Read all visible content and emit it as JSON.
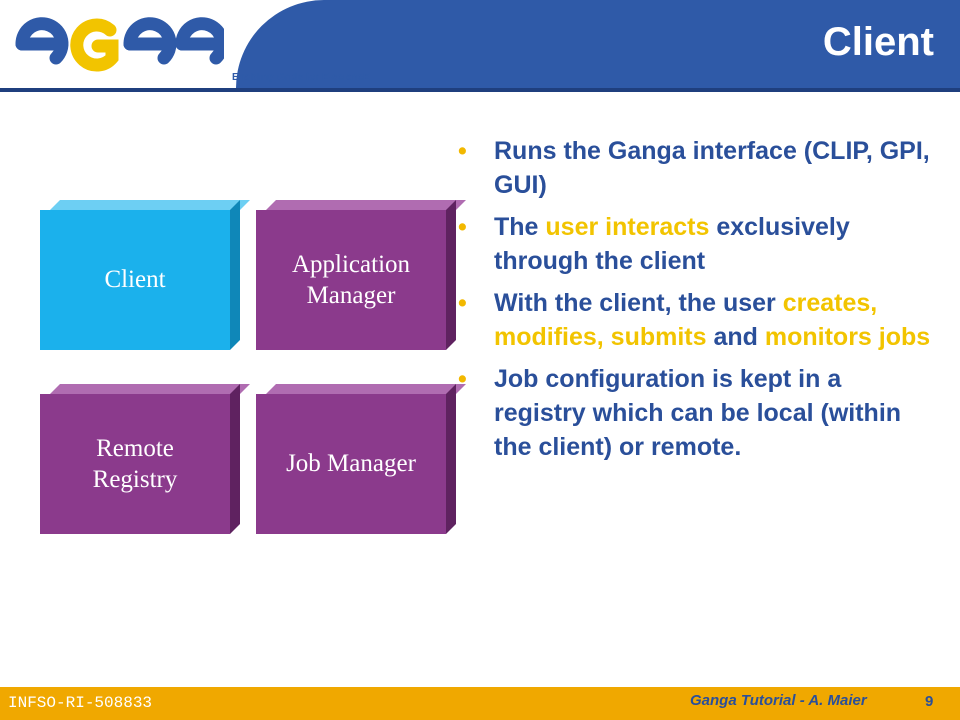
{
  "header": {
    "title": "Client",
    "tagline": "Enabling Grids for E-sciencE",
    "logo_icon": "egee-logo-icon",
    "colors": {
      "header_blue": "#2f5aa8",
      "accent_yellow": "#f2c400",
      "footer_orange": "#f0a800",
      "client_box": "#1bb1ec",
      "component_box": "#8b3a8c"
    }
  },
  "diagram": {
    "boxes": [
      {
        "label": "Client"
      },
      {
        "label": "Application Manager"
      },
      {
        "label": "Remote Registry"
      },
      {
        "label": "Job Manager"
      }
    ]
  },
  "bullets": [
    {
      "parts": [
        {
          "text": "Runs the Ganga interface (CLIP, GPI, GUI)",
          "highlight": false
        }
      ]
    },
    {
      "parts": [
        {
          "text": "The ",
          "highlight": false
        },
        {
          "text": "user interacts",
          "highlight": true
        },
        {
          "text": " exclusively through the client",
          "highlight": false
        }
      ]
    },
    {
      "parts": [
        {
          "text": "With the client, the user ",
          "highlight": false
        },
        {
          "text": "creates, modifies, submits",
          "highlight": true
        },
        {
          "text": " and ",
          "highlight": false
        },
        {
          "text": "monitors jobs",
          "highlight": true
        }
      ]
    },
    {
      "parts": [
        {
          "text": "Job configuration is kept in a registry which can be local (within the client) or remote.",
          "highlight": false
        }
      ]
    }
  ],
  "footer": {
    "left": "INFSO-RI-508833",
    "middle": "Ganga Tutorial - A. Maier",
    "page_number": "9"
  }
}
